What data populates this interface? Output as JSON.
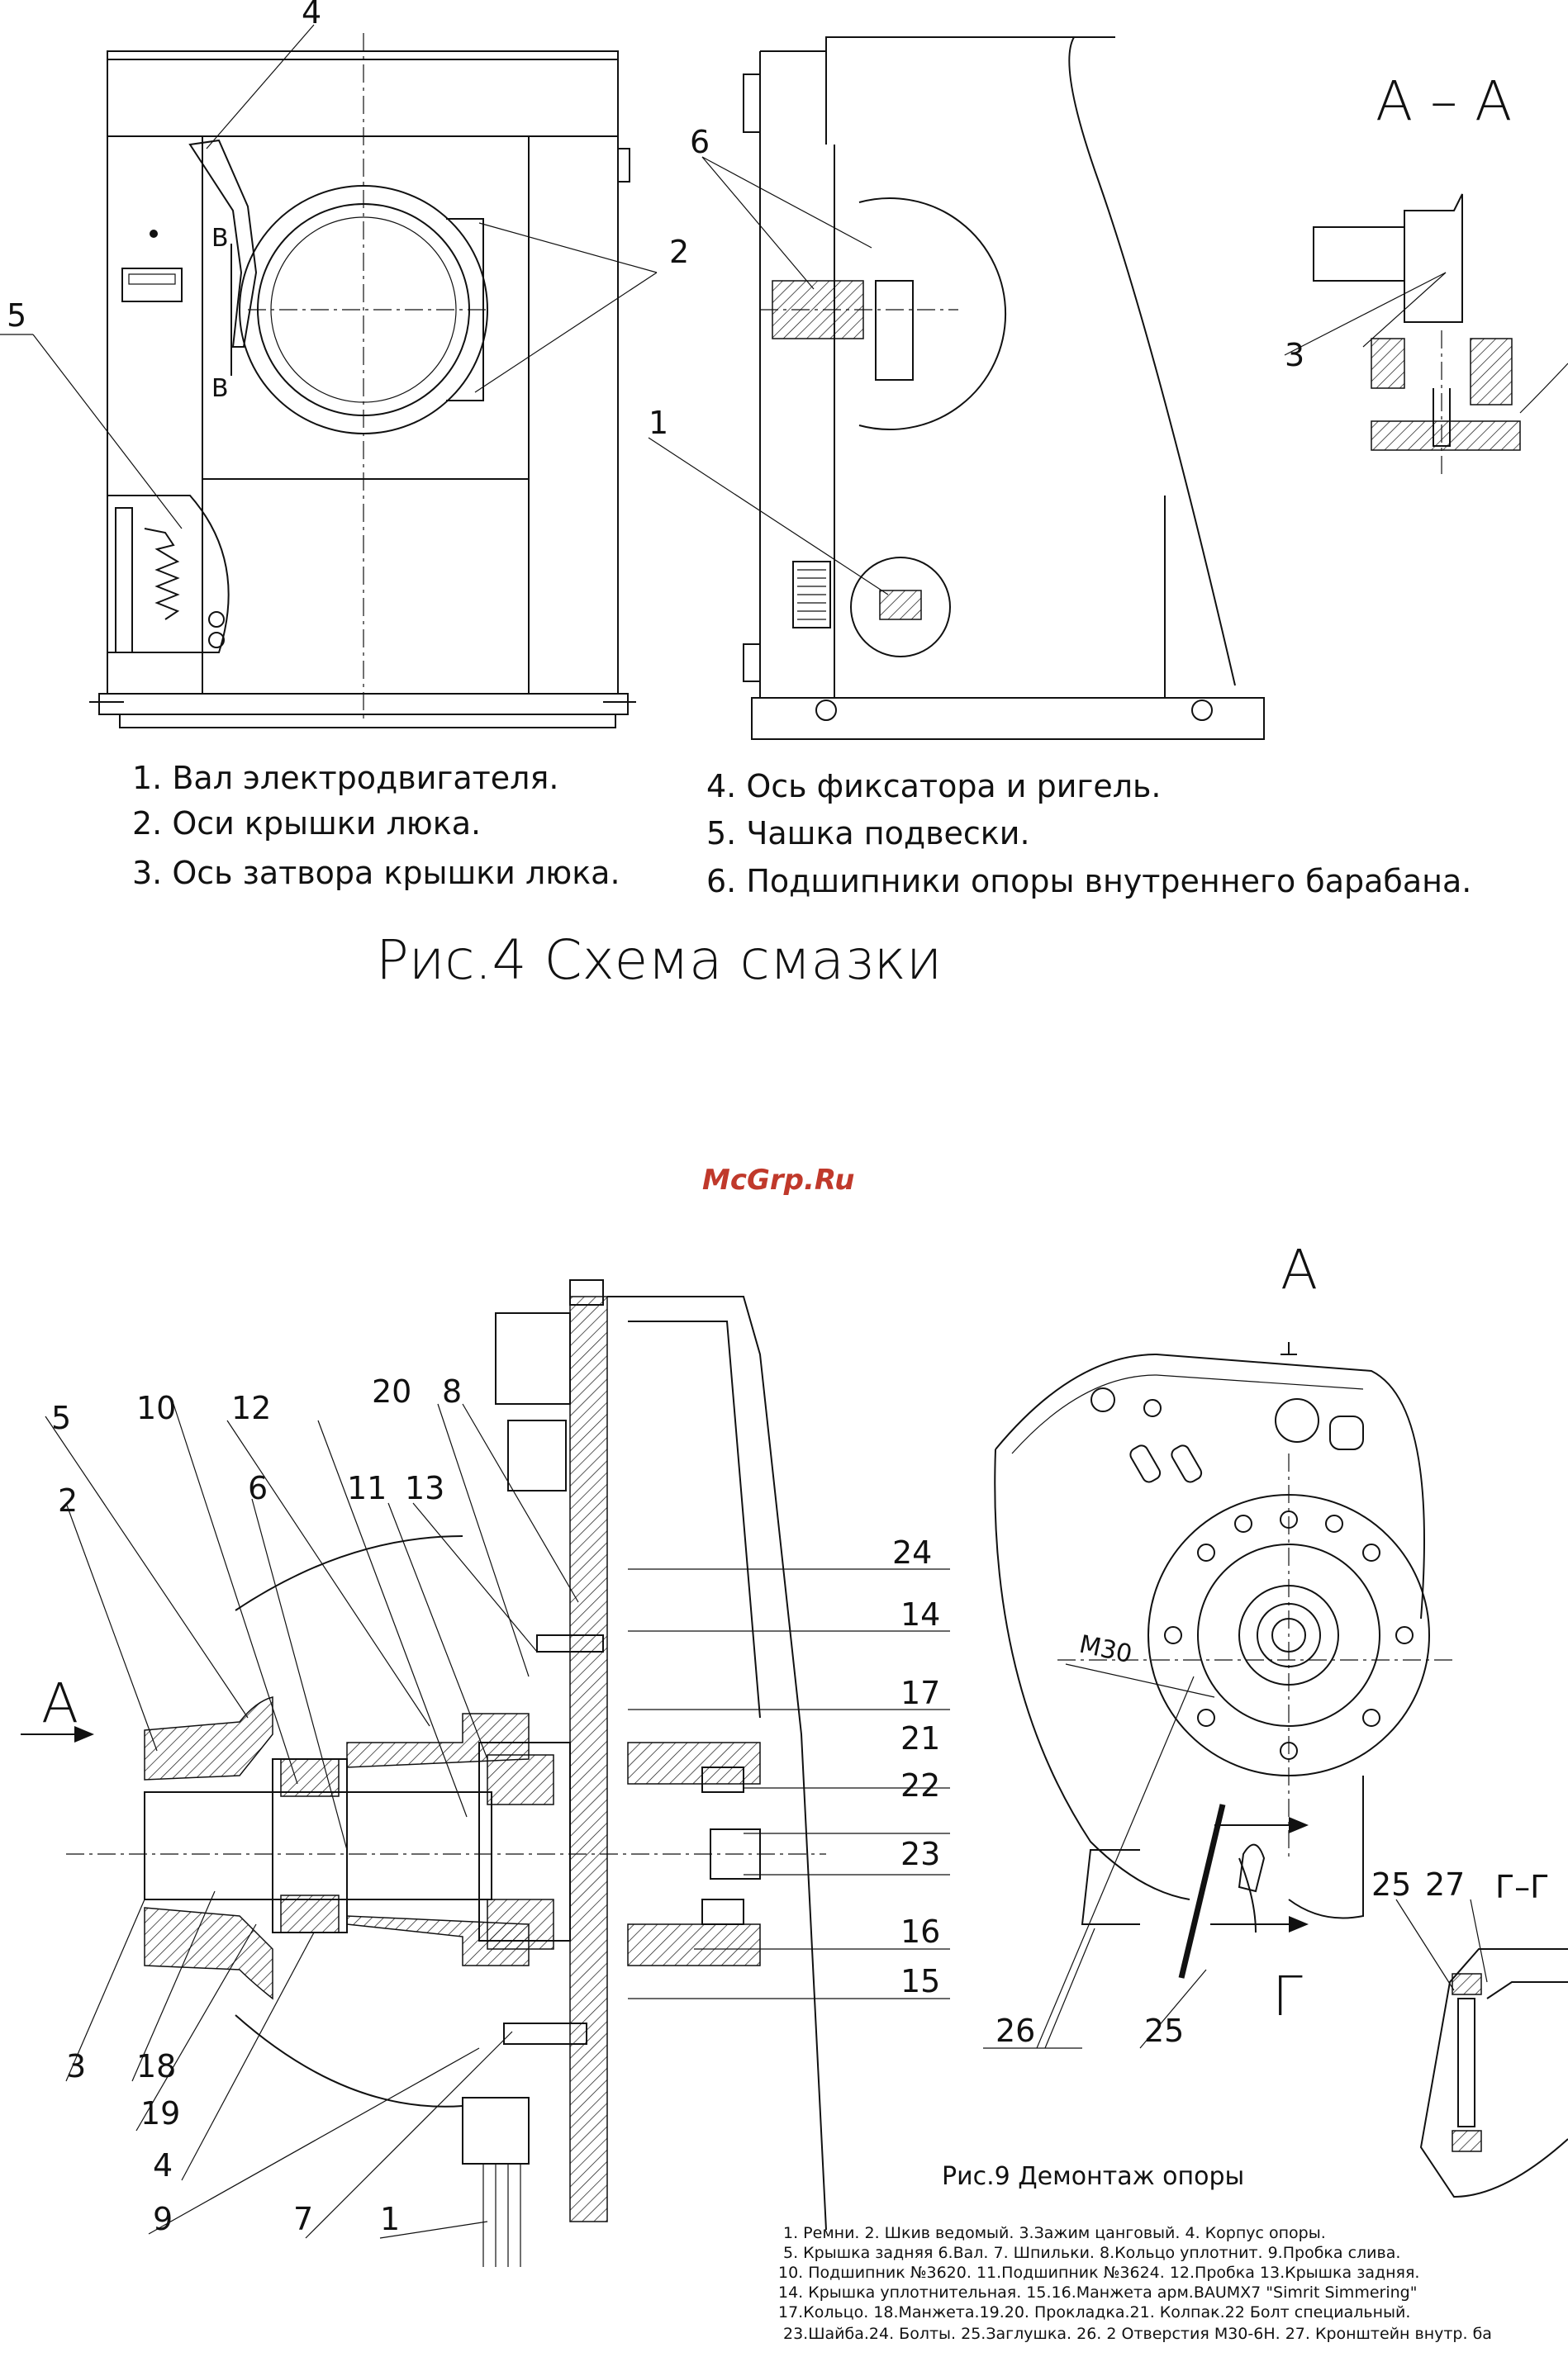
{
  "figure4": {
    "section_label": "А – А",
    "view_marks": {
      "b_top": "В",
      "b_bottom": "В"
    },
    "callouts": [
      "1",
      "2",
      "3",
      "4",
      "5",
      "6"
    ],
    "legend": [
      "1. Вал электродвигателя.",
      "2. Оси крышки люка.",
      "3. Ось затвора крышки люка.",
      "4. Ось фиксатора и ригель.",
      "5. Чашка подвески.",
      "6. Подшипники опоры внутреннего барабана."
    ],
    "title": "Рис.4 Схема смазки"
  },
  "watermark": "McGrp.Ru",
  "figure9": {
    "arrow_label": "А",
    "view_label": "А",
    "thread_label": "M30",
    "section_mark": "Г",
    "section_title": "Г–Г",
    "callouts_left": [
      "5",
      "10",
      "12",
      "20",
      "8",
      "2",
      "6",
      "11",
      "13",
      "3",
      "18",
      "19",
      "4",
      "9",
      "7",
      "1"
    ],
    "callouts_right": [
      "24",
      "14",
      "17",
      "21",
      "22",
      "23",
      "16",
      "15"
    ],
    "callouts_view": [
      "25",
      "27",
      "26",
      "25"
    ],
    "title": "Рис.9 Демонтаж опоры",
    "legend": [
      "1. Ремни. 2. Шкив ведомый. 3.Зажим цанговый. 4. Корпус опоры.",
      "5. Крышка задняя 6.Вал. 7. Шпильки. 8.Кольцо уплотнит. 9.Пробка слива.",
      "10. Подшипник №3620. 11.Подшипник №3624. 12.Пробка 13.Крышка задняя.",
      "14. Крышка уплотнительная. 15.16.Манжета арм.BAUMX7 \"Simrit Simmering\"",
      "17.Кольцо. 18.Манжета.19.20. Прокладка.21. Колпак.22 Болт специальный.",
      "23.Шайба.24. Болты. 25.Заглушка. 26. 2 Отверстия М30-6Н. 27. Кронштейн внутр. ба"
    ]
  }
}
